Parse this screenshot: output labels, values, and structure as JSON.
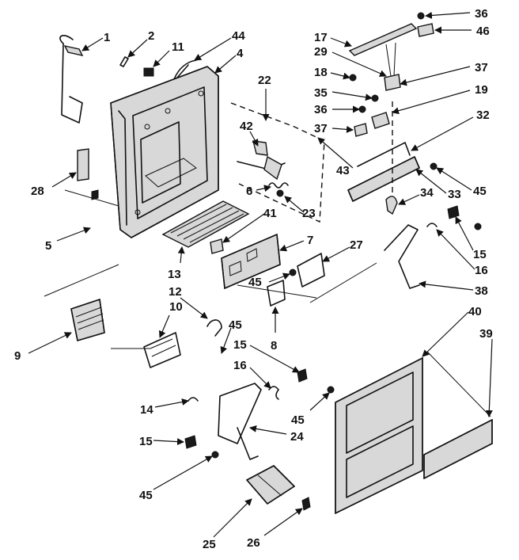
{
  "callouts": [
    {
      "id": "c1",
      "text": "1"
    },
    {
      "id": "c2",
      "text": "2"
    },
    {
      "id": "c11",
      "text": "11"
    },
    {
      "id": "c44",
      "text": "44"
    },
    {
      "id": "c4",
      "text": "4"
    },
    {
      "id": "c22",
      "text": "22"
    },
    {
      "id": "c42",
      "text": "42"
    },
    {
      "id": "c6",
      "text": "6"
    },
    {
      "id": "c23",
      "text": "23"
    },
    {
      "id": "c41",
      "text": "41"
    },
    {
      "id": "c7",
      "text": "7"
    },
    {
      "id": "c27",
      "text": "27"
    },
    {
      "id": "c45a",
      "text": "45"
    },
    {
      "id": "c8",
      "text": "8"
    },
    {
      "id": "c28",
      "text": "28"
    },
    {
      "id": "c5",
      "text": "5"
    },
    {
      "id": "c13",
      "text": "13"
    },
    {
      "id": "c12",
      "text": "12"
    },
    {
      "id": "c10",
      "text": "10"
    },
    {
      "id": "c9",
      "text": "9"
    },
    {
      "id": "c45b",
      "text": "45"
    },
    {
      "id": "c15a",
      "text": "15"
    },
    {
      "id": "c16a",
      "text": "16"
    },
    {
      "id": "c45c",
      "text": "45"
    },
    {
      "id": "c14",
      "text": "14"
    },
    {
      "id": "c24",
      "text": "24"
    },
    {
      "id": "c15b",
      "text": "15"
    },
    {
      "id": "c45d",
      "text": "45"
    },
    {
      "id": "c25",
      "text": "25"
    },
    {
      "id": "c26",
      "text": "26"
    },
    {
      "id": "c36a",
      "text": "36"
    },
    {
      "id": "c46",
      "text": "46"
    },
    {
      "id": "c17",
      "text": "17"
    },
    {
      "id": "c29",
      "text": "29"
    },
    {
      "id": "c18",
      "text": "18"
    },
    {
      "id": "c37a",
      "text": "37"
    },
    {
      "id": "c35",
      "text": "35"
    },
    {
      "id": "c19",
      "text": "19"
    },
    {
      "id": "c36b",
      "text": "36"
    },
    {
      "id": "c37b",
      "text": "37"
    },
    {
      "id": "c32",
      "text": "32"
    },
    {
      "id": "c43",
      "text": "43"
    },
    {
      "id": "c45e",
      "text": "45"
    },
    {
      "id": "c33",
      "text": "33"
    },
    {
      "id": "c34",
      "text": "34"
    },
    {
      "id": "c15c",
      "text": "15"
    },
    {
      "id": "c16b",
      "text": "16"
    },
    {
      "id": "c38",
      "text": "38"
    },
    {
      "id": "c40",
      "text": "40"
    },
    {
      "id": "c39",
      "text": "39"
    }
  ]
}
